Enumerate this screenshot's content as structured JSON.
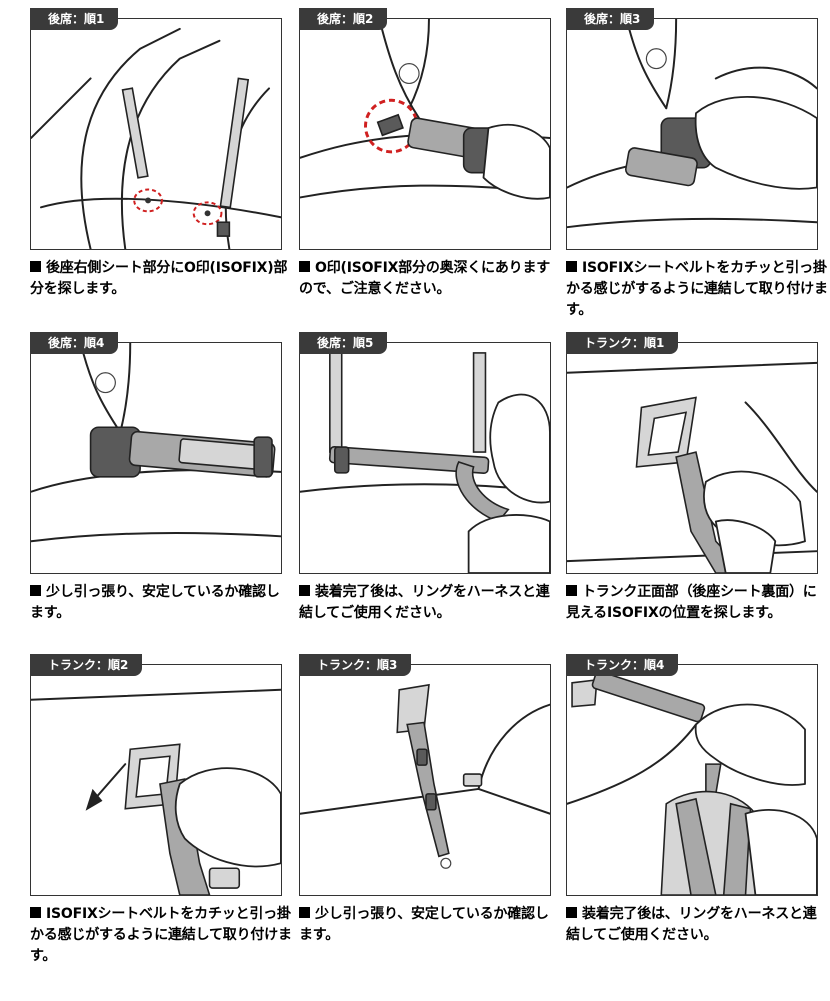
{
  "panels": [
    {
      "tab": "後席：順1",
      "caption": "後座右側シート部分にO印(ISOFIX)部分を探します。",
      "icon": "rear-seat-isofix-marks"
    },
    {
      "tab": "後席：順2",
      "caption": "O印(ISOFIX部分の奥深くにありますので、ご注意ください。",
      "icon": "isofix-deep-location"
    },
    {
      "tab": "後席：順3",
      "caption": "ISOFIXシートベルトをカチッと引っ掛かる感じがするように連結して取り付けます。",
      "icon": "isofix-clip-attach"
    },
    {
      "tab": "後席：順4",
      "caption": "少し引っ張り、安定しているか確認します。",
      "icon": "strap-pull-check"
    },
    {
      "tab": "後席：順5",
      "caption": "装着完了後は、リングをハーネスと連結してご使用ください。",
      "icon": "ring-harness-connect"
    },
    {
      "tab": "トランク：順1",
      "caption": "トランク正面部（後座シート裏面）に見えるISOFIXの位置を探します。",
      "icon": "trunk-isofix-location"
    },
    {
      "tab": "トランク：順2",
      "caption": "ISOFIXシートベルトをカチッと引っ掛かる感じがするように連結して取り付けます。",
      "icon": "trunk-isofix-attach"
    },
    {
      "tab": "トランク：順3",
      "caption": "少し引っ張り、安定しているか確認します。",
      "icon": "trunk-strap-check"
    },
    {
      "tab": "トランク：順4",
      "caption": "装着完了後は、リングをハーネスと連結してご使用ください。",
      "icon": "trunk-harness-connect"
    }
  ]
}
